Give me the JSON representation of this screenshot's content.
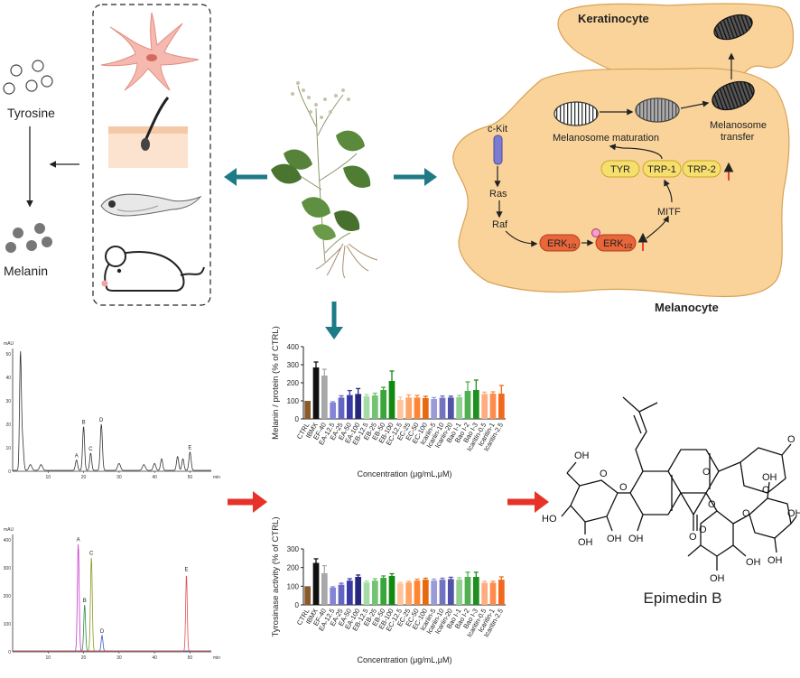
{
  "top_left": {
    "tyrosine_label": "Tyrosine",
    "melanin_label": "Melanin"
  },
  "pathway": {
    "keratinocyte_label": "Keratinocyte",
    "melanocyte_label": "Melanocyte",
    "melanosome_maturation_label": "Melanosome maturation",
    "melanosome_transfer_label_1": "Melanosome",
    "melanosome_transfer_label_2": "transfer",
    "ckit_label": "c-Kit",
    "ras_label": "Ras",
    "raf_label": "Raf",
    "erk_label": "ERK",
    "erk_subscript": "1/2",
    "mitf_label": "MITF",
    "tyr_label": "TYR",
    "trp1_label": "TRP-1",
    "trp2_label": "TRP-2"
  },
  "chromatograms": [
    {
      "y_unit": "mAU",
      "x_unit": "min",
      "y_ticks": [
        "50",
        "40",
        "30",
        "20",
        "10",
        "0"
      ],
      "x_ticks": [
        "10",
        "20",
        "30",
        "40",
        "50"
      ],
      "peaks": [
        {
          "label": "A"
        },
        {
          "label": "B"
        },
        {
          "label": "C"
        },
        {
          "label": "D"
        },
        {
          "label": "E"
        }
      ]
    },
    {
      "y_unit": "mAU",
      "x_unit": "min",
      "y_ticks": [
        "400",
        "300",
        "200",
        "100",
        "0"
      ],
      "x_ticks": [
        "10",
        "20",
        "30",
        "40",
        "50"
      ],
      "peaks": [
        {
          "label": "A"
        },
        {
          "label": "B"
        },
        {
          "label": "C"
        },
        {
          "label": "D"
        },
        {
          "label": "E"
        }
      ]
    }
  ],
  "chart_data": [
    {
      "type": "bar",
      "ylabel": "Melanin / protein (% of CTRL)",
      "xlabel": "Concentration (μg/mL,μM)",
      "ylim": [
        0,
        400
      ],
      "yticks": [
        0,
        100,
        200,
        300,
        400
      ],
      "categories": [
        "CTRL",
        "IBMX",
        "EF-40",
        "EA-12.5",
        "EA-25",
        "EA-50",
        "EA-100",
        "EB-12.5",
        "EB-25",
        "EB-50",
        "EB-100",
        "EC-12.5",
        "EC-25",
        "EC-50",
        "EC-100",
        "Icariin-5",
        "Icariin-10",
        "Icariin-20",
        "Bao I-1",
        "Bao I-2",
        "Bao I-3",
        "Icaritin-0.5",
        "Icaritin-1",
        "Icaritin-2.5"
      ],
      "values": [
        100,
        285,
        240,
        90,
        118,
        132,
        138,
        125,
        130,
        160,
        210,
        105,
        118,
        118,
        115,
        110,
        117,
        118,
        120,
        155,
        160,
        138,
        140,
        140
      ],
      "errors": [
        0,
        30,
        35,
        5,
        10,
        25,
        30,
        10,
        12,
        15,
        55,
        15,
        15,
        12,
        10,
        8,
        10,
        8,
        10,
        50,
        55,
        10,
        10,
        45
      ],
      "colors": [
        "#8b5a2b",
        "#111111",
        "#a8a8a8",
        "#8585d6",
        "#6464c4",
        "#3a3aa6",
        "#26267f",
        "#a5dba5",
        "#72c472",
        "#3aa63a",
        "#128a12",
        "#ffc49e",
        "#ffa466",
        "#ff8533",
        "#e86a10",
        "#9a9ad6",
        "#7373c2",
        "#5151a8",
        "#8fd08f",
        "#50b050",
        "#1e8f1e",
        "#ffad80",
        "#ff8c4d",
        "#f06a1e"
      ]
    },
    {
      "type": "bar",
      "ylabel": "Tyrosinase activity (% of CTRL)",
      "xlabel": "Concentration (μg/mL,μM)",
      "ylim": [
        0,
        300
      ],
      "yticks": [
        0,
        100,
        200,
        300
      ],
      "categories": [
        "CTRL",
        "IBMX",
        "EF-40",
        "EA-12.5",
        "EA-25",
        "EA-50",
        "EA-100",
        "EB-12.5",
        "EB-25",
        "EB-50",
        "EB-100",
        "EC-12.5",
        "EC-25",
        "EC-50",
        "EC-100",
        "Icariin-5",
        "Icariin-10",
        "Icariin-20",
        "Bao I-1",
        "Bao I-2",
        "Bao I-3",
        "Icaritin-0.5",
        "Icaritin-1",
        "Icaritin-2.5"
      ],
      "values": [
        100,
        225,
        170,
        92,
        108,
        130,
        150,
        120,
        130,
        145,
        155,
        115,
        120,
        130,
        135,
        130,
        135,
        138,
        135,
        150,
        150,
        118,
        118,
        135
      ],
      "errors": [
        0,
        22,
        40,
        5,
        8,
        10,
        10,
        8,
        10,
        10,
        12,
        6,
        6,
        8,
        8,
        8,
        8,
        10,
        10,
        25,
        25,
        8,
        8,
        15
      ],
      "colors": [
        "#8b5a2b",
        "#111111",
        "#a8a8a8",
        "#8585d6",
        "#6464c4",
        "#3a3aa6",
        "#26267f",
        "#a5dba5",
        "#72c472",
        "#3aa63a",
        "#128a12",
        "#ffc49e",
        "#ffa466",
        "#ff8533",
        "#e86a10",
        "#9a9ad6",
        "#7373c2",
        "#5151a8",
        "#8fd08f",
        "#50b050",
        "#1e8f1e",
        "#ffad80",
        "#ff8c4d",
        "#f06a1e"
      ]
    }
  ],
  "molecule": {
    "name": "Epimedin B",
    "atoms": {
      "oh": "OH",
      "ho": "HO",
      "o": "O"
    }
  },
  "colors": {
    "teal_arrow": "#1e7a86",
    "red_arrow": "#e63228",
    "cell": "#f9d39a",
    "cell_stroke": "#d8a255"
  }
}
